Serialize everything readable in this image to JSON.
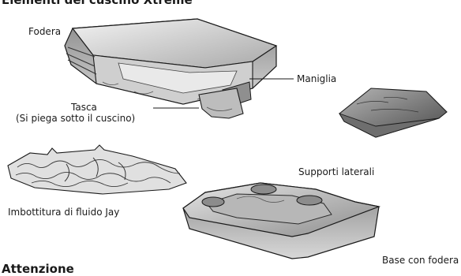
{
  "title": "Elementi del cuscino Xtreme",
  "bottom_heading": "Attenzione",
  "labels": {
    "cover": "Fodera",
    "handle": "Maniglia",
    "pocket": "Tasca",
    "pocket_note": "(Si piega sotto il cuscino)",
    "side_supports": "Supporti laterali",
    "fluid_pad": "Imbottitura di fluido Jay",
    "base": "Base con fodera"
  },
  "colors": {
    "ink": "#1a1a1a",
    "shade_dark": "#5c5c5c",
    "shade_mid": "#9a9a9a",
    "shade_light": "#d4d4d4"
  }
}
